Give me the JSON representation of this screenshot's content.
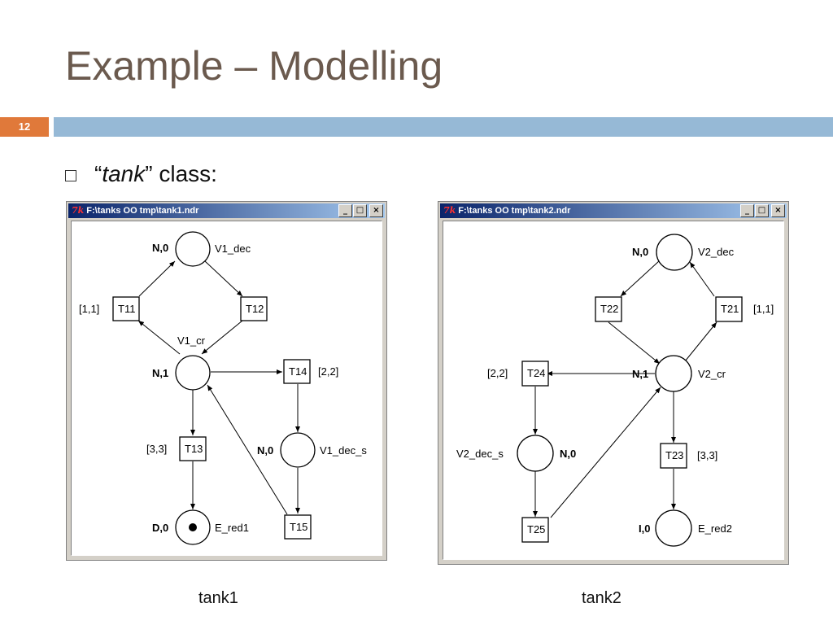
{
  "slide": {
    "title": "Example – Modelling",
    "number": "12",
    "bullet_open_quote": "“",
    "bullet_italic": "tank",
    "bullet_close": "” class:"
  },
  "windows": [
    {
      "title": "F:\\tanks OO tmp\\tank1.ndr",
      "caption": "tank1",
      "places": [
        {
          "name": "V1_dec",
          "marking": "N,0"
        },
        {
          "name": "V1_cr",
          "marking": "N,1"
        },
        {
          "name": "V1_dec_s",
          "marking": "N,0"
        },
        {
          "name": "E_red1",
          "marking": "D,0"
        }
      ],
      "transitions": [
        {
          "name": "T11",
          "interval": "[1,1]"
        },
        {
          "name": "T12",
          "interval": ""
        },
        {
          "name": "T14",
          "interval": "[2,2]"
        },
        {
          "name": "T13",
          "interval": "[3,3]"
        },
        {
          "name": "T15",
          "interval": ""
        }
      ]
    },
    {
      "title": "F:\\tanks OO tmp\\tank2.ndr",
      "caption": "tank2",
      "places": [
        {
          "name": "V2_dec",
          "marking": "N,0"
        },
        {
          "name": "V2_cr",
          "marking": "N,1"
        },
        {
          "name": "V2_dec_s",
          "marking": "N,0"
        },
        {
          "name": "E_red2",
          "marking": "I,0"
        }
      ],
      "transitions": [
        {
          "name": "T22",
          "interval": ""
        },
        {
          "name": "T21",
          "interval": "[1,1]"
        },
        {
          "name": "T24",
          "interval": "[2,2]"
        },
        {
          "name": "T23",
          "interval": "[3,3]"
        },
        {
          "name": "T25",
          "interval": ""
        }
      ]
    }
  ],
  "window_controls": {
    "minimize": "_",
    "maximize": "□",
    "close": "×"
  }
}
